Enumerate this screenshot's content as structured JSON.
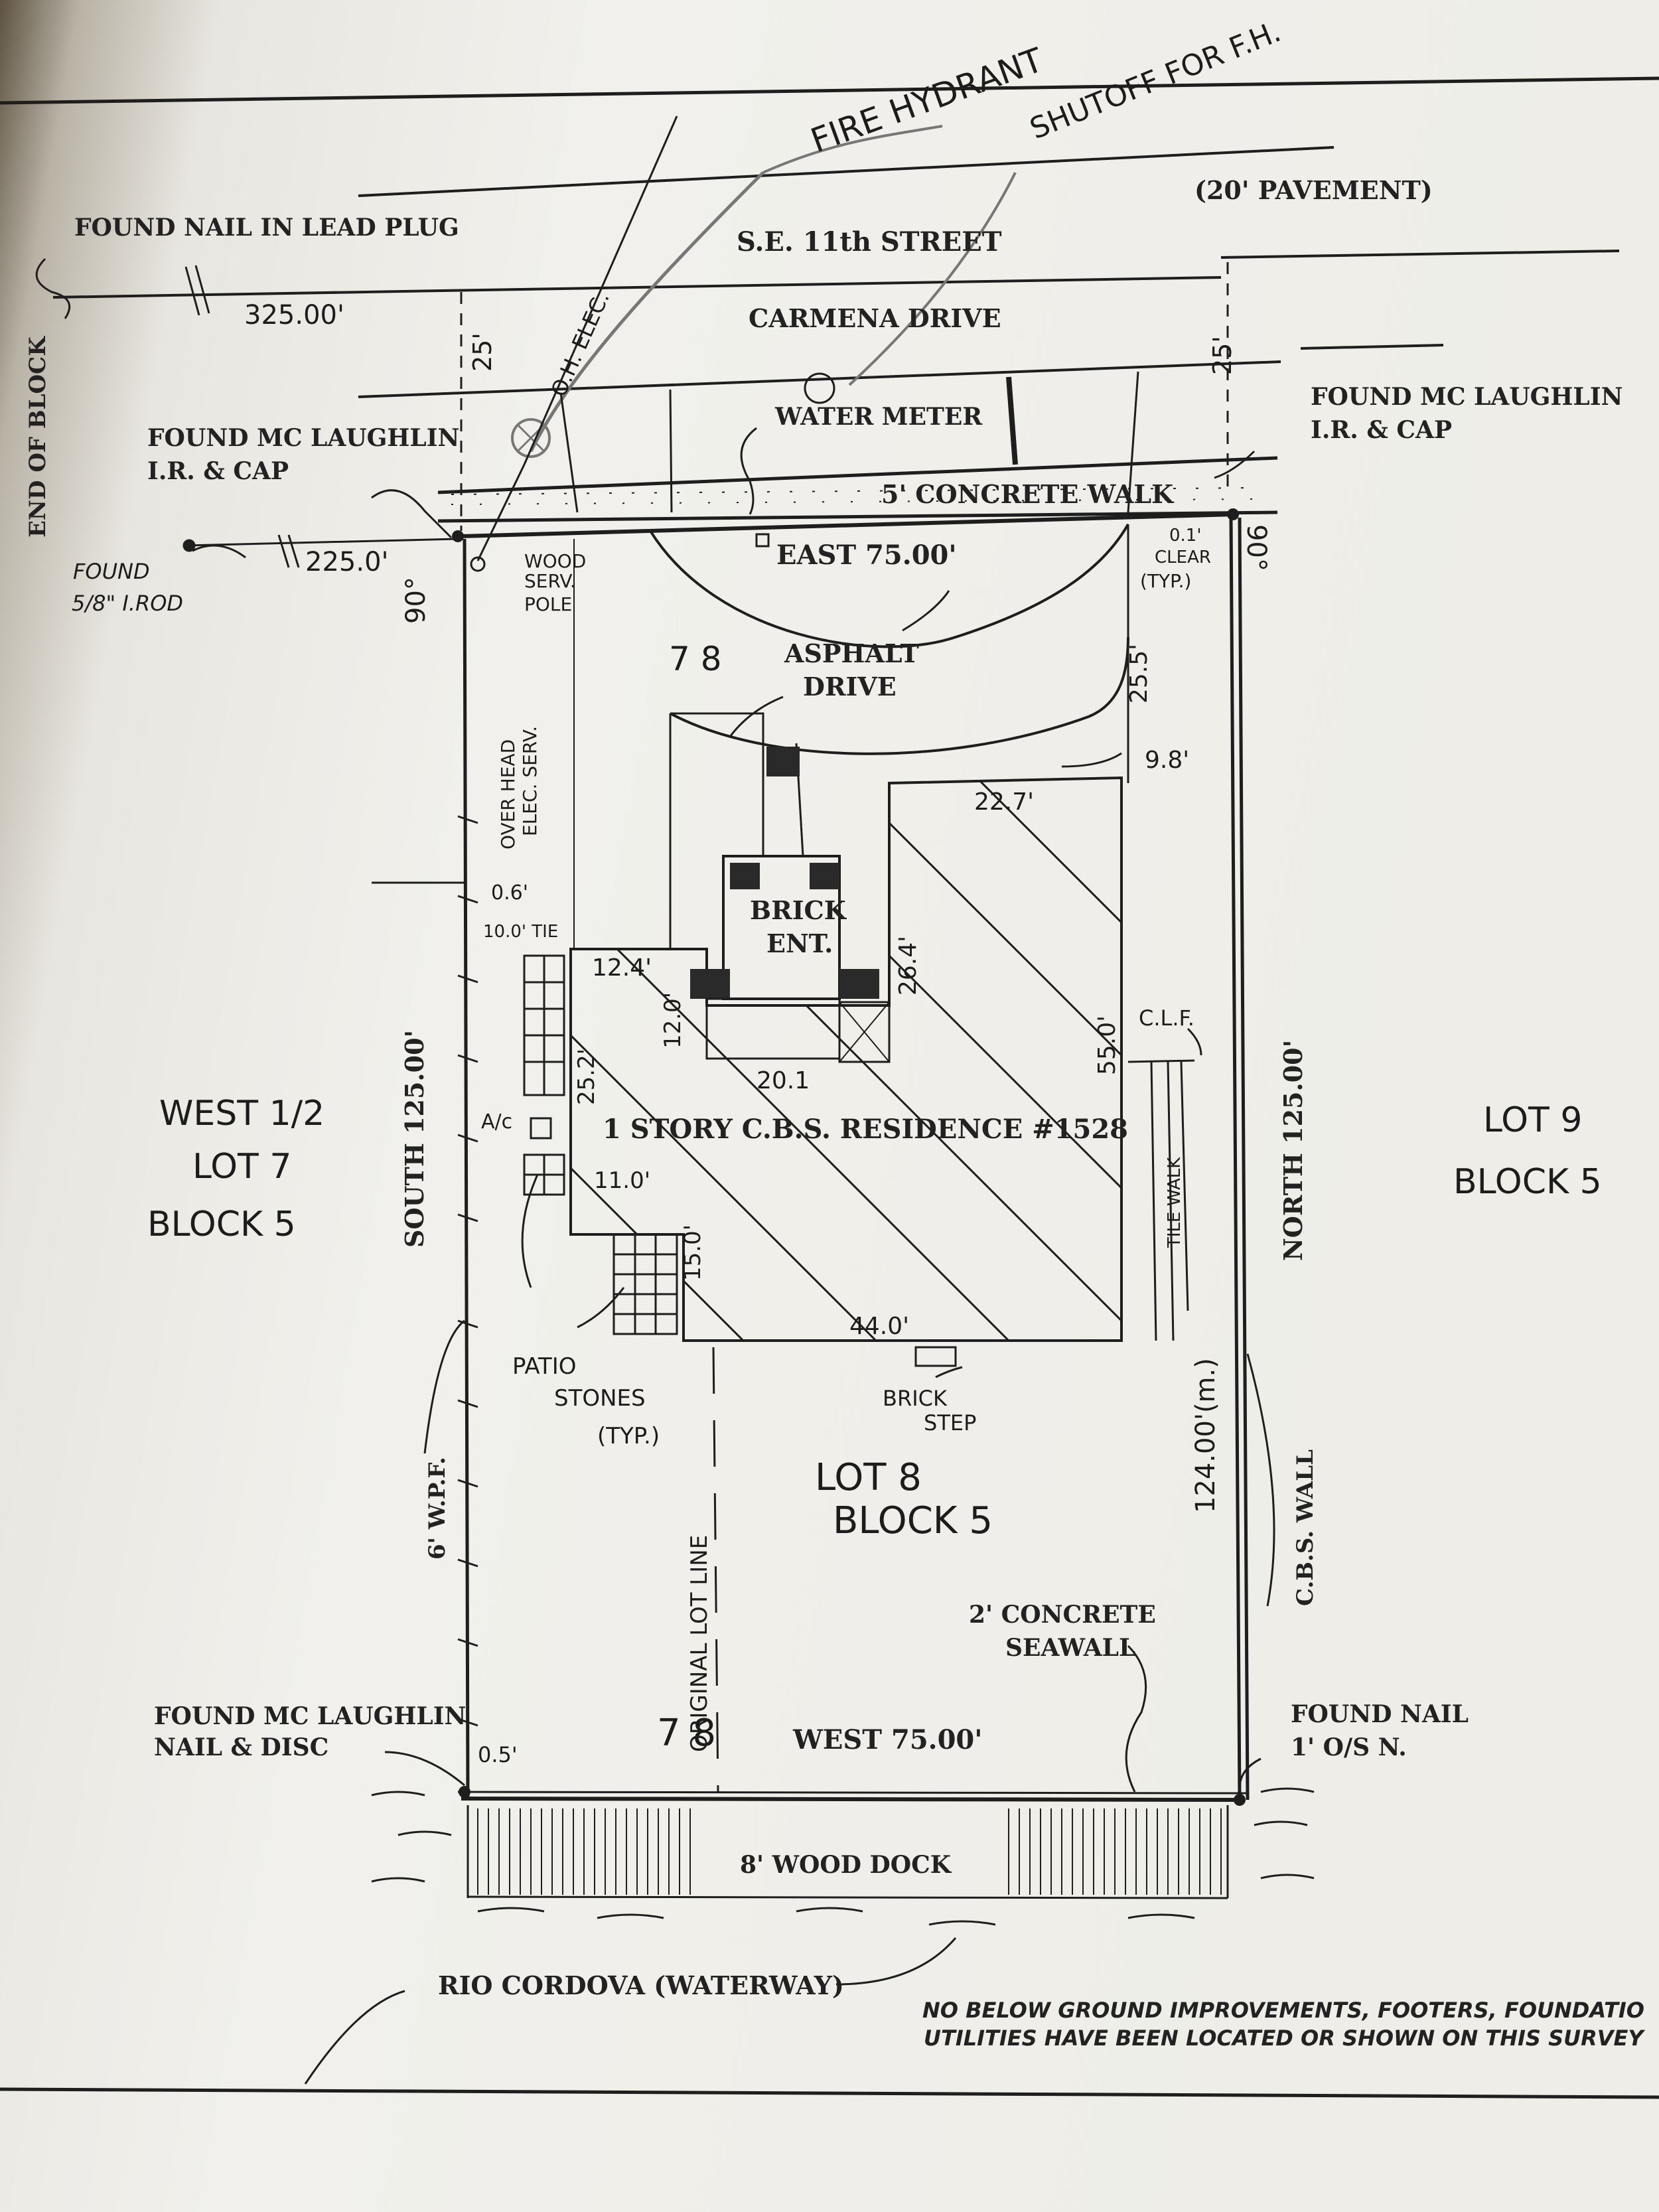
{
  "streets": {
    "pavement": "(20' PAVEMENT)",
    "street1": "S.E.   11th STREET",
    "street2": "CARMENA DRIVE",
    "setback_left": "25'",
    "setback_right": "25'"
  },
  "pencil_notes": {
    "fire_hydrant": "FIRE HYDRANT",
    "shutoff": "SHUTOFF FOR F.H."
  },
  "top_labels": {
    "found_nail": "FOUND NAIL IN LEAD PLUG",
    "end_of_block": "END OF BLOCK",
    "dist_325": "325.00'",
    "oh_elec": "O.H. ELEC.",
    "found_mcl_left_1": "FOUND MC LAUGHLIN",
    "found_mcl_left_2": "I.R. & CAP",
    "found_mcl_right_1": "FOUND MC LAUGHLIN",
    "found_mcl_right_2": "I.R. & CAP",
    "water_meter": "WATER METER",
    "concrete_walk": "5' CONCRETE WALK",
    "found_rod_1": "FOUND",
    "found_rod_2": "5/8\" I.ROD",
    "dist_225": "225.0'",
    "angle_left": "90°",
    "angle_right": "90°",
    "wood_pole_1": "WOOD",
    "wood_pole_2": "SERV.",
    "wood_pole_3": "POLE",
    "east_line": "EAST 75.00'",
    "clear_1": "0.1'",
    "clear_2": "CLEAR",
    "clear_3": "(TYP.)"
  },
  "lot_labels": {
    "lot_7_8_top": "7  8",
    "asphalt_1": "ASPHALT",
    "asphalt_2": "DRIVE",
    "dim_25_5": "25.5'",
    "dim_9_8": "9.8'",
    "dim_22_7": "22.7'",
    "oh_serv_1": "OVER HEAD",
    "oh_serv_2": "ELEC. SERV.",
    "brick_ent_1": "BRICK",
    "brick_ent_2": "ENT.",
    "dim_0_6": "0.6'",
    "tie": "10.0' TIE",
    "dim_12_4": "12.4'",
    "dim_12_0": "12.0'",
    "dim_26_4": "26.4'",
    "dim_55_0": "55.0'",
    "clf": "C.L.F.",
    "dim_25_2": "25.2'",
    "dim_20_1": "20.1",
    "ac": "A/c",
    "residence": "1 STORY C.B.S. RESIDENCE #1528",
    "dim_11_0": "11.0'",
    "dim_15_0": "15.0'",
    "tile_walk": "TILE WALK",
    "dim_44_0": "44.0'",
    "patio_1": "PATIO",
    "patio_2": "STONES",
    "patio_3": "(TYP.)",
    "brick_step_1": "BRICK",
    "brick_step_2": "STEP",
    "original_lot_line": "ORIGINAL  LOT LINE",
    "lot8_1": "LOT 8",
    "lot8_2": "BLOCK 5",
    "dim_124": "124.00'(m.)",
    "south": "SOUTH 125.00'",
    "north": "NORTH 125.00'",
    "west_half_1": "WEST 1/2",
    "west_half_2": "LOT 7",
    "west_half_3": "BLOCK 5",
    "lot9_1": "LOT 9",
    "lot9_2": "BLOCK 5",
    "wpf": "6' W.P.F.",
    "cbs_wall": "C.B.S. WALL",
    "seawall_1": "2' CONCRETE",
    "seawall_2": "SEAWALL",
    "lot_7_8_bottom": "7  8",
    "west_line": "WEST 75.00'",
    "dim_0_5": "0.5'"
  },
  "bottom_labels": {
    "found_mcl_1": "FOUND MC LAUGHLIN",
    "found_mcl_2": "NAIL & DISC",
    "found_nail_1": "FOUND NAIL",
    "found_nail_2": "1' O/S N.",
    "dock": "8' WOOD DOCK",
    "waterway": "RIO CORDOVA (WATERWAY)",
    "disclaimer_1": "NO BELOW GROUND IMPROVEMENTS, FOOTERS, FOUNDATIO",
    "disclaimer_2": "UTILITIES HAVE BEEN LOCATED OR SHOWN ON THIS SURVEY"
  }
}
